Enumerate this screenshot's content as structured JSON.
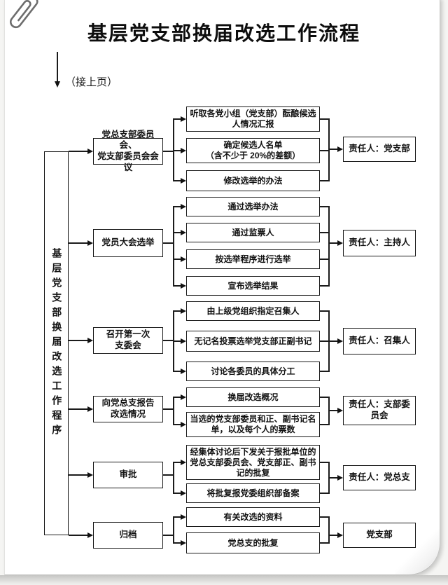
{
  "page": {
    "title": "基层党支部换届改选工作流程",
    "continuation_note": "（接上页）"
  },
  "rail": {
    "label": "基层党支部换届改选工作程序"
  },
  "colors": {
    "line": "#1b1b1b",
    "paper": "#ffffff",
    "text": "#111111"
  },
  "icons": {
    "paperclip": "paperclip-icon",
    "down_arrow": "arrow-down-icon",
    "right_arrow": "arrow-right-icon"
  },
  "sections": [
    {
      "stage": "党总支部委员会、\n党支部委员会会议",
      "details": [
        "听取各党小组（党支部）酝酿候选人情况汇报",
        "确定候选人名单\n（含不少于 20%的差额）",
        "修改选举的办法"
      ],
      "responsible": "责任人：党支部"
    },
    {
      "stage": "党员大会选举",
      "details": [
        "通过选举办法",
        "通过监票人",
        "按选举程序进行选举",
        "宣布选举结果"
      ],
      "responsible": "责任人：主持人"
    },
    {
      "stage": "召开第一次\n支委会",
      "details": [
        "由上级党组织指定召集人",
        "无记名投票选举党支部正副书记",
        "讨论各委员的具体分工"
      ],
      "responsible": "责任人：召集人"
    },
    {
      "stage": "向党总支报告\n改选情况",
      "details": [
        "换届改选概况",
        "当选的党支部委员和正、副书记名单，以及每个人的票数"
      ],
      "responsible": "责任人：支部委\n员会"
    },
    {
      "stage": "审批",
      "details": [
        "经集体讨论后下发关于报批单位的党总支部委员会、党支部正、副书记的批复",
        "将批复报党委组织部备案"
      ],
      "responsible": "责任人：党总支"
    },
    {
      "stage": "归档",
      "details": [
        "有关改选的资料",
        "党总支的批复"
      ],
      "responsible": "党支部"
    }
  ]
}
